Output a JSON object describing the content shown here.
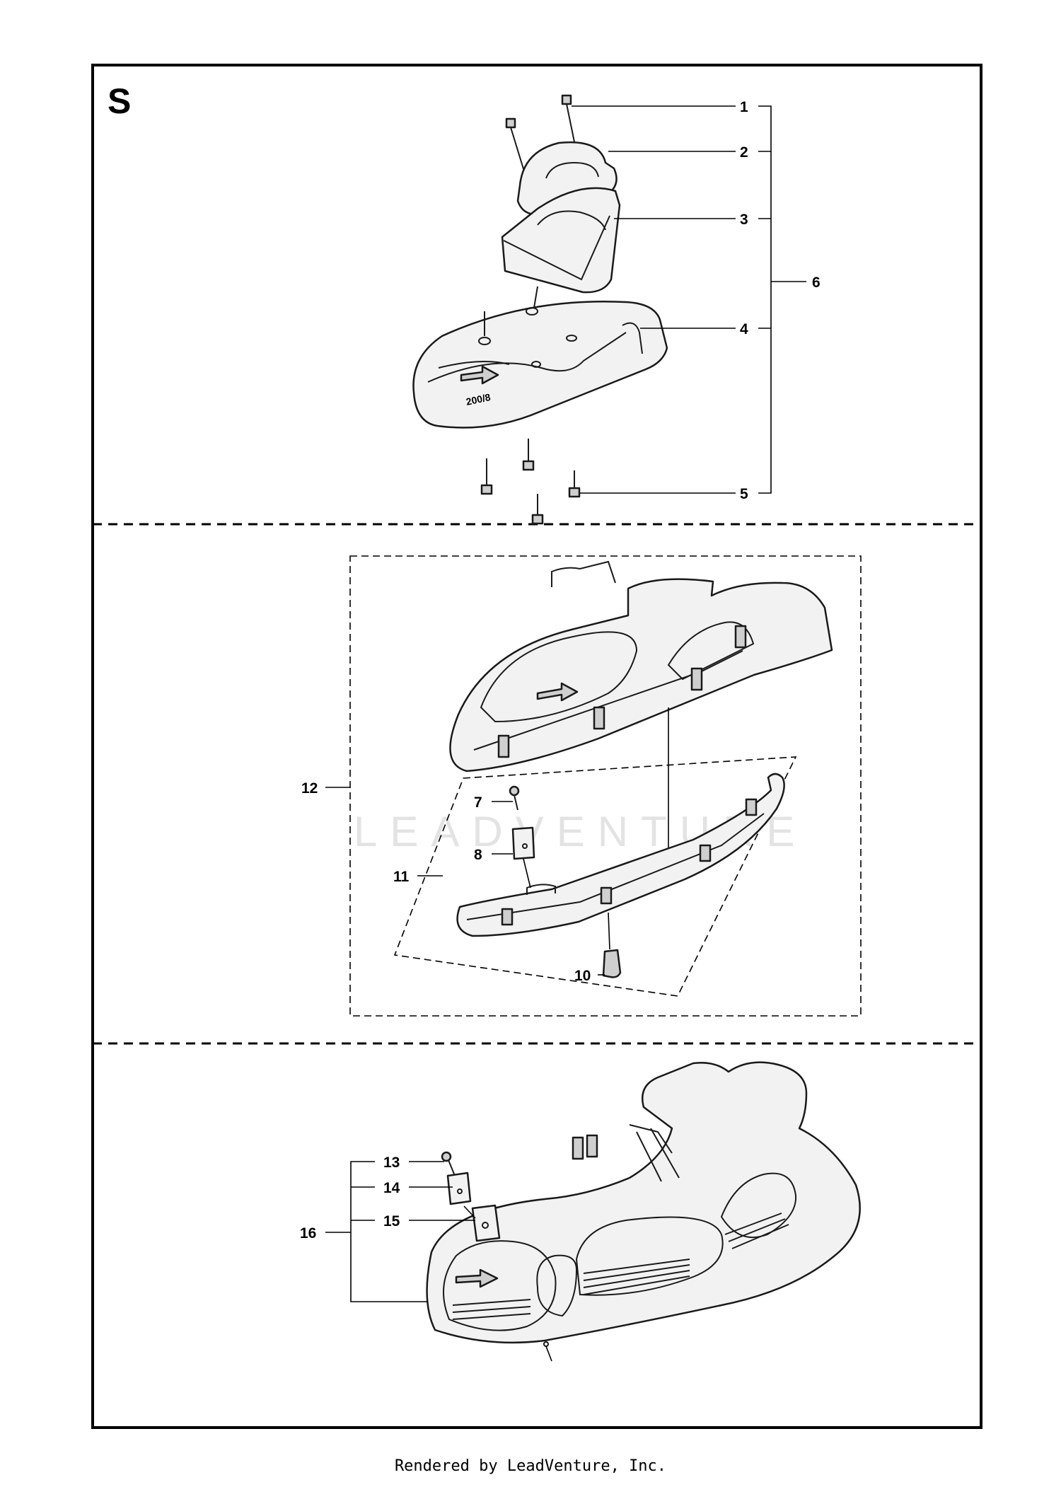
{
  "section_letter": "S",
  "watermark": "LEADVENTURE",
  "footer": "Rendered by LeadVenture, Inc.",
  "callouts": [
    "1",
    "2",
    "3",
    "4",
    "5",
    "6",
    "7",
    "8",
    "10",
    "11",
    "12",
    "13",
    "14",
    "15",
    "16"
  ],
  "colors": {
    "line": "#1a1a1a",
    "part_fill": "#f2f2f2",
    "background": "#ffffff"
  }
}
